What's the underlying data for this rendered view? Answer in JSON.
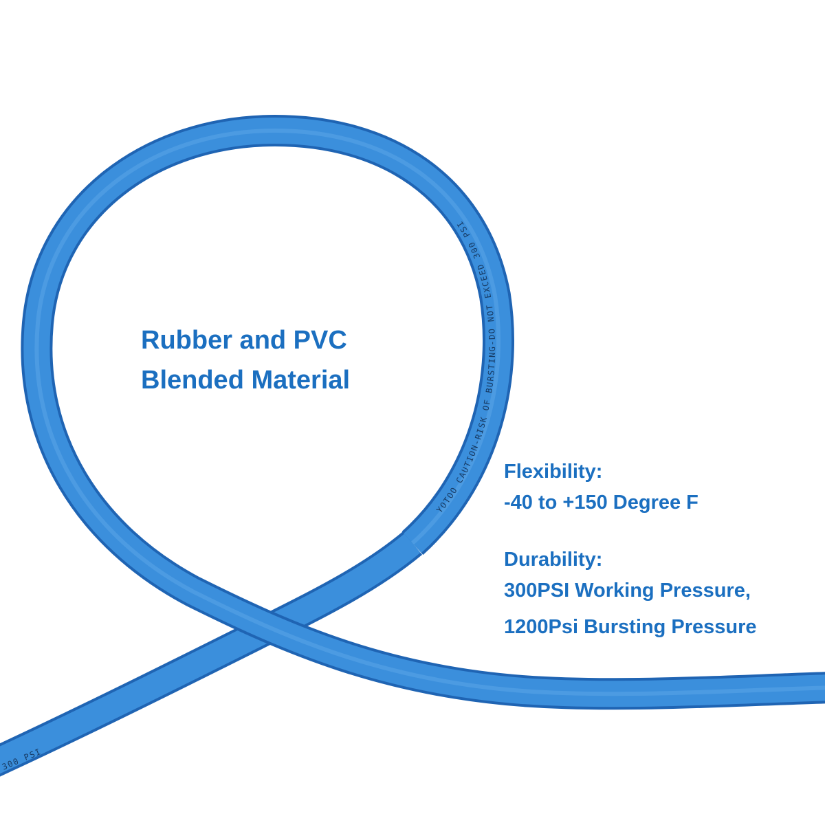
{
  "product_image": {
    "hose_color": "#3b8fdc",
    "hose_shadow_color": "#1f64b3",
    "text_color": "#1b6fc0",
    "hose_print": {
      "upper_loop": "YOTOO CAUTION-RISK OF BURSTING-DO NOT EXCEED 300 PSI",
      "lower_left": "300 PSI"
    },
    "main_callout": {
      "line1": "Rubber and PVC",
      "line2": "Blended Material"
    },
    "specs": {
      "flexibility_heading": "Flexibility:",
      "flexibility_value": "-40 to +150 Degree F",
      "durability_heading": "Durability:",
      "durability_line1": "300PSI Working Pressure,",
      "durability_line2": "1200Psi Bursting Pressure"
    }
  }
}
